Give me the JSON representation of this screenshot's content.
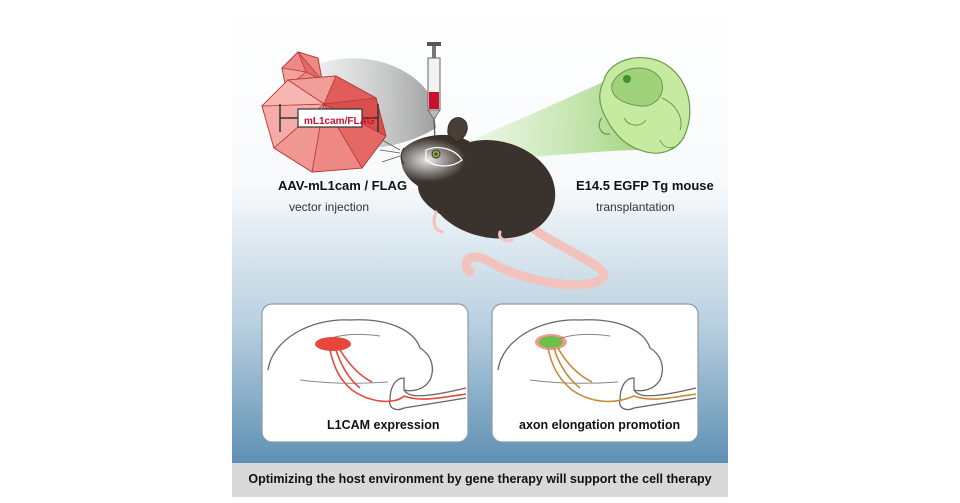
{
  "vector": {
    "title": "AAV-mL1cam / FLAG",
    "subtitle": "vector injection",
    "construct_label": "mL1cam/FLAG"
  },
  "donor": {
    "title": "E14.5 EGFP Tg mouse",
    "subtitle": "transplantation"
  },
  "panels": [
    {
      "caption": "L1CAM expression",
      "highlight_color": "#e8453c"
    },
    {
      "caption": "axon elongation promotion",
      "highlight_color": "#6cc04a"
    }
  ],
  "footer": {
    "caption": "Optimizing the host environment by gene therapy will support the cell therapy"
  },
  "colors": {
    "virus_red": "#e35b5b",
    "embryo_green": "#b7e48e",
    "mouse_body": "#3a322c",
    "tail_pink": "#f3c2bd",
    "background_blue": "#5e90b3",
    "panel_border": "#8b9aa6",
    "caption_bar": "#d9d9d9"
  }
}
